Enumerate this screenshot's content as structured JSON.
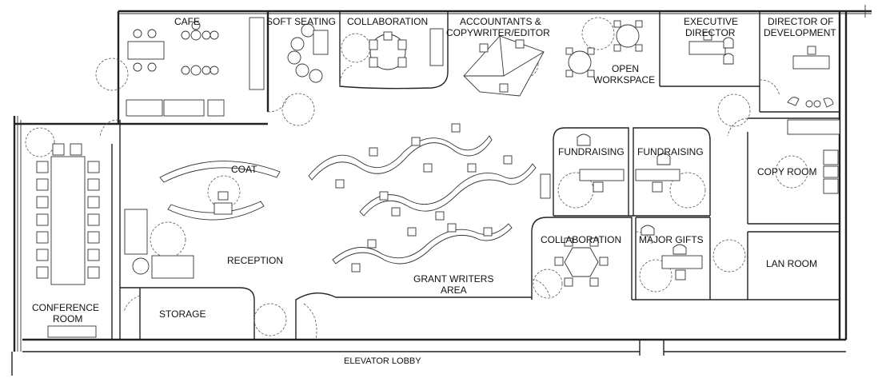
{
  "rooms": {
    "cafe": "CAFE",
    "soft_seating": "SOFT SEATING",
    "collaboration_top": "COLLABORATION",
    "accountants_line1": "ACCOUNTANTS &",
    "accountants_line2": "COPYWRITER/EDITOR",
    "executive_line1": "EXECUTIVE",
    "executive_line2": "DIRECTOR",
    "director_dev_line1": "DIRECTOR OF",
    "director_dev_line2": "DEVELOPMENT",
    "open_workspace_line1": "OPEN",
    "open_workspace_line2": "WORKSPACE",
    "coat": "COAT",
    "fundraising_1": "FUNDRAISING",
    "fundraising_2": "FUNDRAISING",
    "copy_room": "COPY ROOM",
    "reception": "RECEPTION",
    "collaboration_bottom": "COLLABORATION",
    "major_gifts": "MAJOR GIFTS",
    "lan_room": "LAN ROOM",
    "grant_writers_line1": "GRANT WRITERS",
    "grant_writers_line2": "AREA",
    "conference_line1": "CONFERENCE",
    "conference_line2": "ROOM",
    "storage": "STORAGE",
    "elevator_lobby": "ELEVATOR LOBBY"
  }
}
